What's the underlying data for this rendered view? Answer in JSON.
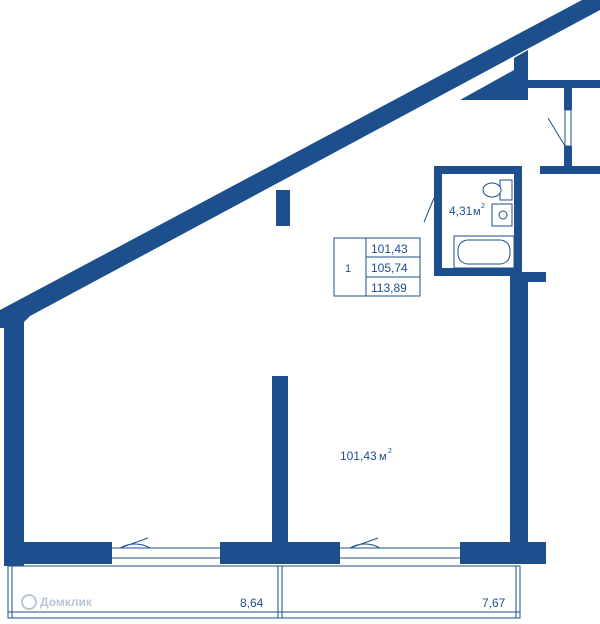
{
  "apartment": {
    "room_number": "1",
    "area_living": "101,43",
    "area_total": "105,74",
    "area_with_balcony": "113,89"
  },
  "rooms": {
    "main": {
      "area": "101,43",
      "unit": "м",
      "power": "2"
    },
    "bath": {
      "area": "4,31",
      "unit": "м",
      "power": "2"
    }
  },
  "balconies": {
    "left": {
      "area": "8,64"
    },
    "right": {
      "area": "7,67"
    }
  },
  "watermark": "Домклик",
  "colors": {
    "wall": "#1d4f8c",
    "background": "#ffffff"
  }
}
